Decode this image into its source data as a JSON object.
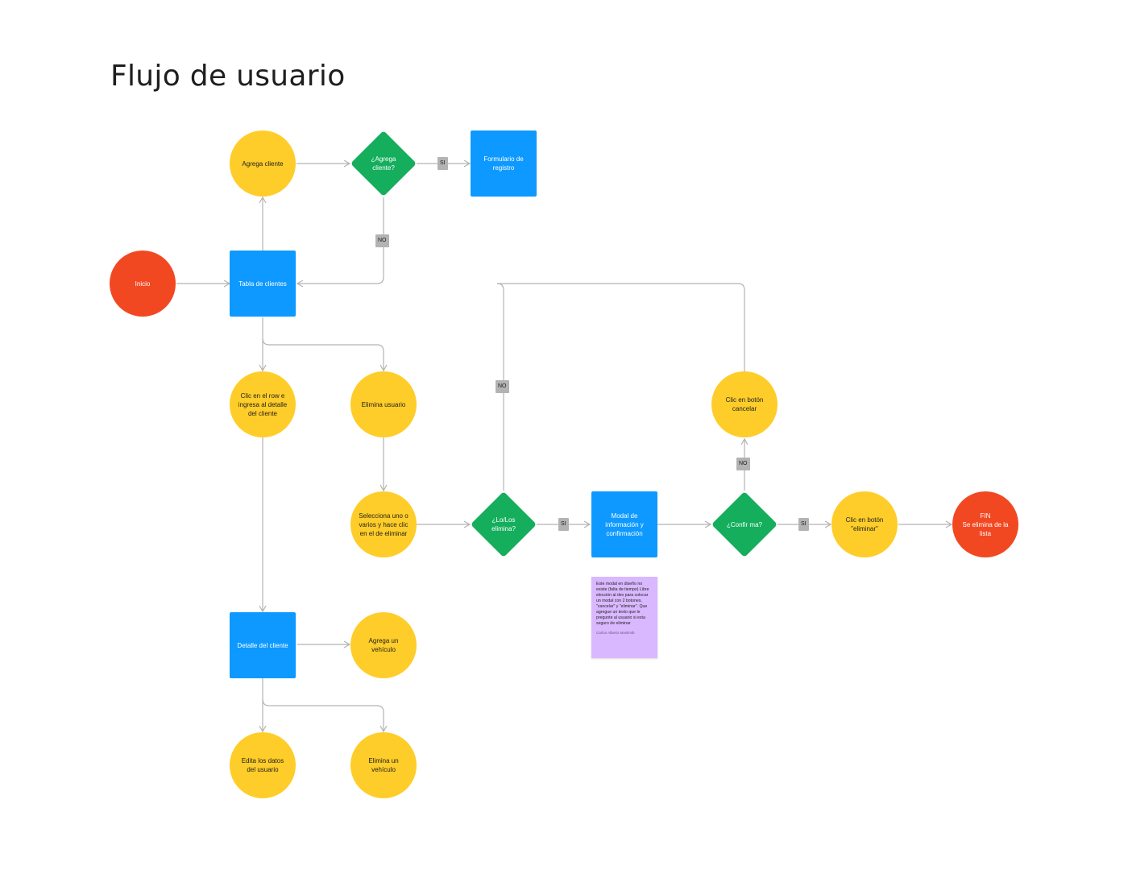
{
  "title": "Flujo de usuario",
  "colors": {
    "start_end": "#f24822",
    "action": "#ffcd29",
    "screen": "#0d99ff",
    "decision": "#14ae5c",
    "connector_label": "#b3b3b3",
    "note": "#d9b8ff",
    "line": "#b3b3b3"
  },
  "nodes": {
    "inicio": "Inicio",
    "tabla_clientes": "Tabla de clientes",
    "agrega_cliente": "Agrega cliente",
    "agrega_cliente_q": "¿Agrega cliente?",
    "formulario": "Formulario de registro",
    "clic_row": "Clic en el row e ingresa al detalle del cliente",
    "elimina_usuario": "Elimina usuario",
    "selecciona": "Selecciona uno o varios y hace clic en el de eliminar",
    "lo_los_elimina": "¿Lo/Los elimina?",
    "modal": "Modal de información y confirmación",
    "confirma": "¿Confir ma?",
    "clic_cancelar": "Clic en botón cancelar",
    "clic_eliminar": "Clic en botón \"eliminar\"",
    "fin_title": "FIN",
    "fin_text": "Se elimina de la lista",
    "detalle_cliente": "Detalle del cliente",
    "agrega_vehiculo": "Agrega un vehículo",
    "edita_datos": "Edita los datos del usuario",
    "elimina_vehiculo": "Elimina un vehículo"
  },
  "labels": {
    "si_1": "SI",
    "no_1": "NO",
    "no_2": "NO",
    "si_2": "SI",
    "no_3": "NO",
    "si_3": "SI"
  },
  "note": {
    "text": "Este modal en diseño no existe (falta de tiempo) Libre elección al dev para colocar un modal con 2 botones, \"cancelar\" y \"eliminar\". Que agregue un texto que le pregunte al usuario si esta seguro de eliminar",
    "author": "Carlos Alberto Manlimib"
  }
}
